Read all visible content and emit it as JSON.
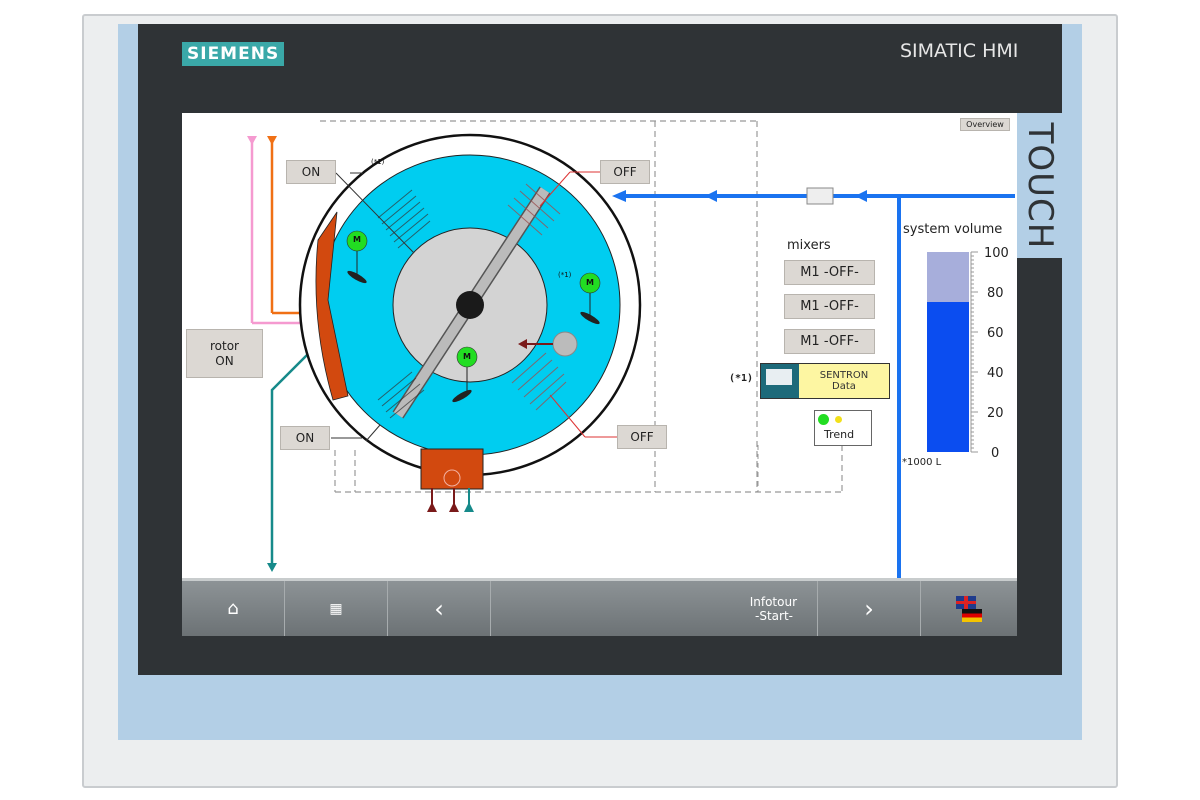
{
  "device": {
    "brand": "SIEMENS",
    "model": "SIMATIC HMI",
    "side_label": "TOUCH"
  },
  "screen": {
    "overview_button": "Overview",
    "switches": {
      "top_left": "ON",
      "top_right": "OFF",
      "bottom_left": "ON",
      "bottom_right": "OFF"
    },
    "rotor_button": {
      "line1": "rotor",
      "line2": "ON"
    },
    "motor_label": "M",
    "footnote_marker": "(*1)",
    "mixers": {
      "title": "mixers",
      "buttons": [
        "M1 -OFF-",
        "M1 -OFF-",
        "M1 -OFF-"
      ]
    },
    "sentron": {
      "marker": "(*1)",
      "line1": "SENTRON",
      "line2": "Data"
    },
    "trend": {
      "label": "Trend",
      "indicators": [
        "#22dd22",
        "#f2e01a"
      ]
    },
    "volume": {
      "title": "system volume",
      "unit": "*1000 L",
      "scale": [
        "100",
        "80",
        "60",
        "40",
        "20",
        "0"
      ],
      "level_percent": 75,
      "fill_color": "#0b4df0",
      "empty_color": "#a7aedb"
    },
    "colors": {
      "tank": "#00cdf0",
      "pipe": "#1a73f0",
      "heater": "#d2490f"
    }
  },
  "navbar": {
    "home": "home-icon",
    "menu": "grid-icon",
    "prev": "chevron-left-icon",
    "infotour": {
      "line1": "Infotour",
      "line2": "-Start-"
    },
    "next": "chevron-right-icon",
    "language": "flag-uk-de-icon"
  }
}
